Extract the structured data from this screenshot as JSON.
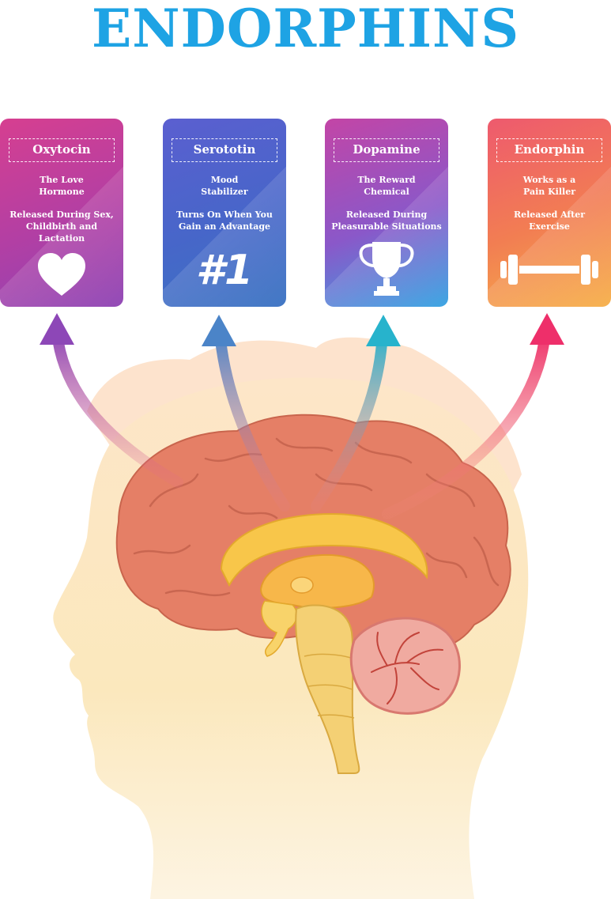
{
  "title": "ENDORPHINS",
  "cards": [
    {
      "name": "Oxytocin",
      "subtitle": "The Love\nHormone",
      "description": "Released During Sex,\nChildbirth and\nLactation",
      "icon": "heart-icon"
    },
    {
      "name": "Serototin",
      "subtitle": "Mood\nStabilizer",
      "description": "Turns On When You\nGain an Advantage",
      "icon": "number-one-icon",
      "icon_text": "#1"
    },
    {
      "name": "Dopamine",
      "subtitle": "The Reward\nChemical",
      "description": "Released During\nPleasurable Situations",
      "icon": "trophy-icon"
    },
    {
      "name": "Endorphin",
      "subtitle": "Works as a\nPain Killer",
      "description": "Released After\nExercise",
      "icon": "dumbbell-icon"
    }
  ],
  "colors": {
    "title": "#1ea3e4",
    "oxytocin": "#b23fa4",
    "serototin": "#4766c9",
    "dopamine": "#8a58c9",
    "endorphin": "#f27e52",
    "brain": "#e9866e",
    "skin": "#fbe3b5"
  }
}
